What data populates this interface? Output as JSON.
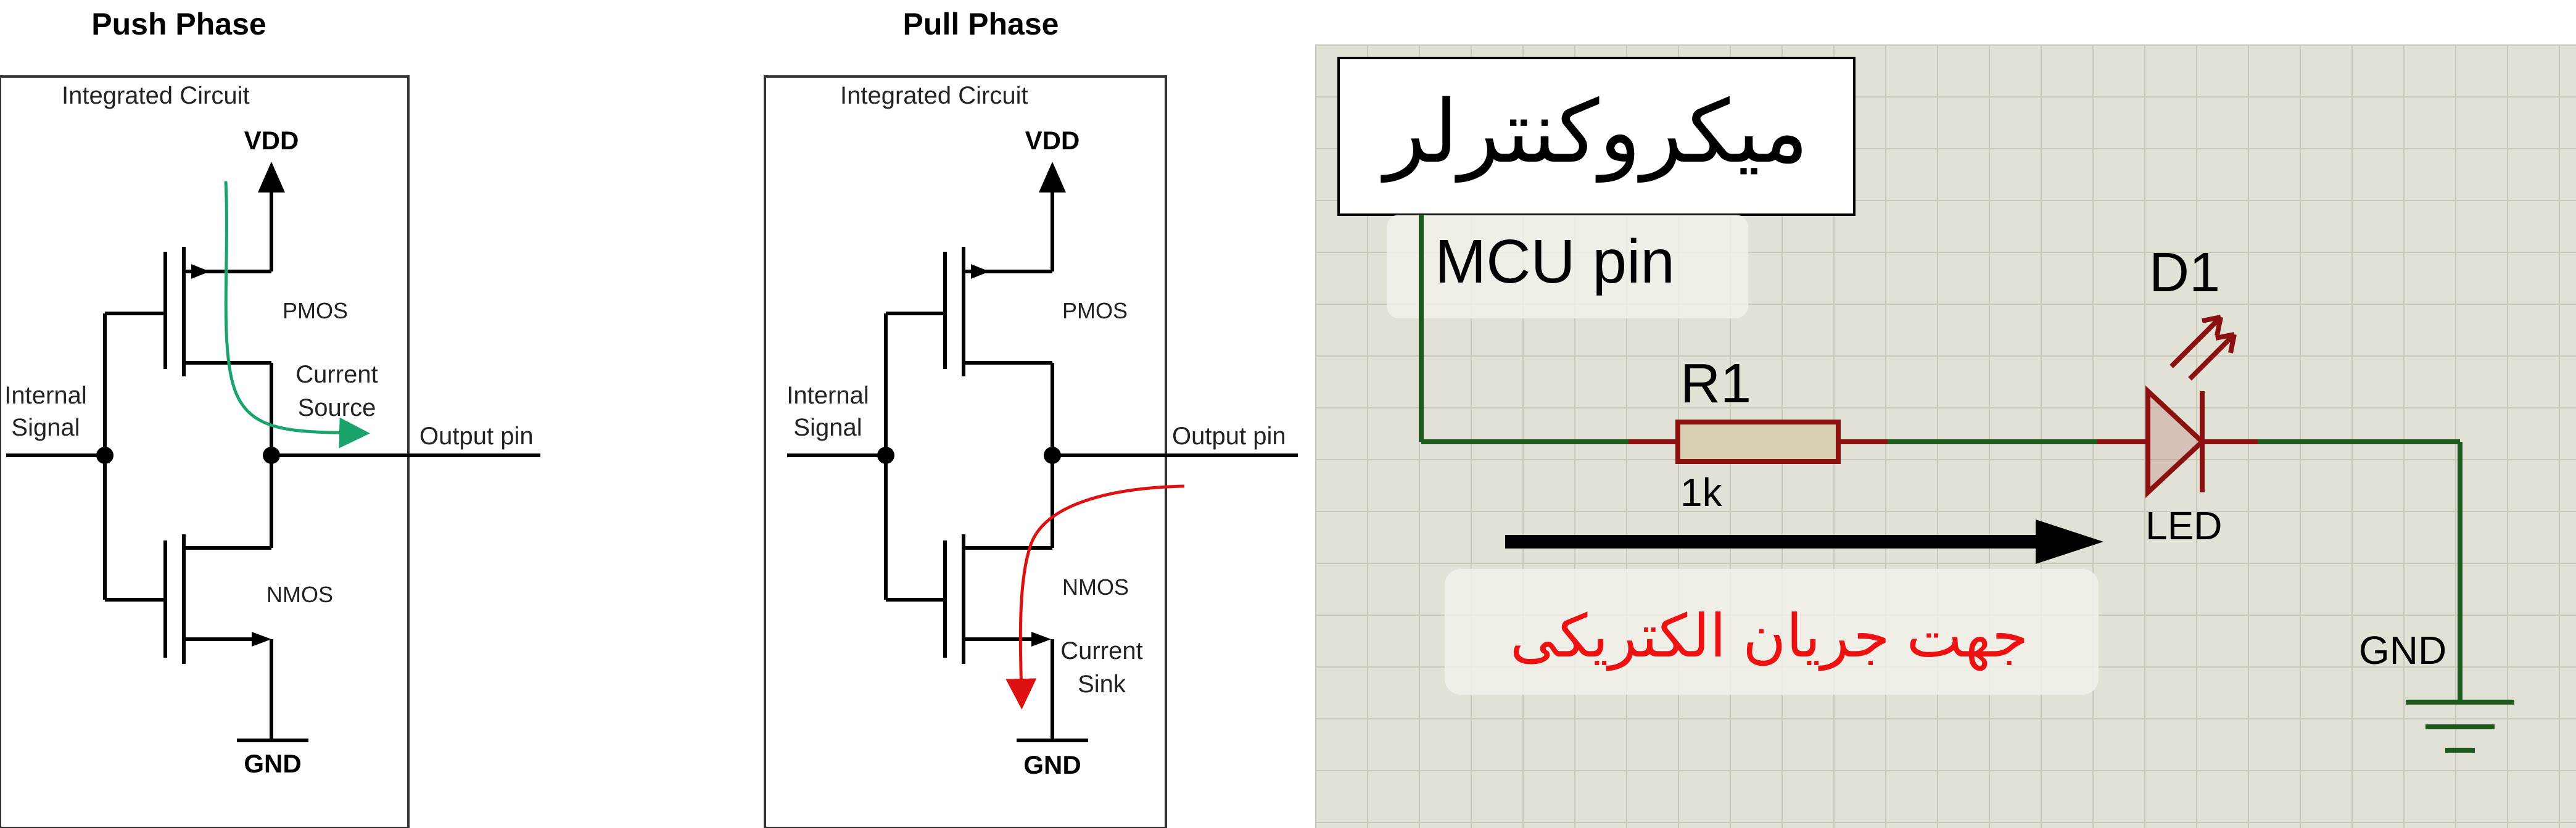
{
  "push_phase": {
    "title": "Push Phase",
    "ic_label": "Integrated Circuit",
    "vdd": "VDD",
    "gnd": "GND",
    "pmos": "PMOS",
    "nmos": "NMOS",
    "internal_signal_line1": "Internal",
    "internal_signal_line2": "Signal",
    "output_pin": "Output pin",
    "current_line1": "Current",
    "current_line2": "Source",
    "current_color": "#1aa36a"
  },
  "pull_phase": {
    "title": "Pull Phase",
    "ic_label": "Integrated Circuit",
    "vdd": "VDD",
    "gnd": "GND",
    "pmos": "PMOS",
    "nmos": "NMOS",
    "internal_signal_line1": "Internal",
    "internal_signal_line2": "Signal",
    "output_pin": "Output pin",
    "current_line1": "Current",
    "current_line2": "Sink",
    "current_color": "#dd1111"
  },
  "schematic": {
    "mcu_title": "میکروکنترلر",
    "mcu_pin": "MCU pin",
    "resistor_ref": "R1",
    "resistor_value": "1k",
    "diode_ref": "D1",
    "diode_type": "LED",
    "gnd": "GND",
    "current_direction": "جهت جریان الکتریکی",
    "wire_color": "#1e5a1e",
    "component_color": "#8b1010",
    "resistor_fill": "#d8d0b0",
    "grid_bg": "#e2e1d6",
    "grid_line": "#c9c8ba"
  }
}
